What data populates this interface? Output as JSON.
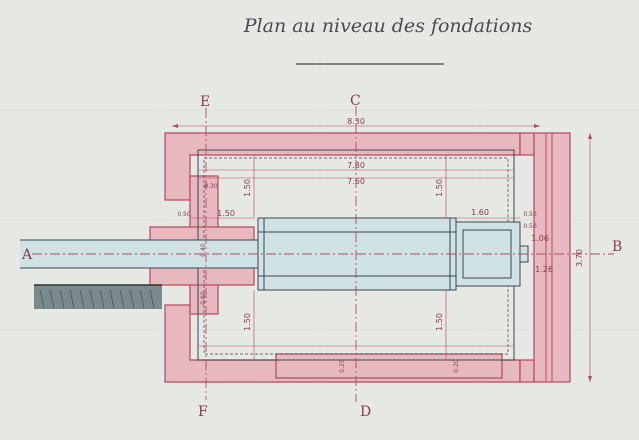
{
  "title": "Plan au niveau des fondations",
  "section_labels": {
    "a": "A",
    "b": "B",
    "c": "C",
    "d": "D",
    "e": "E",
    "f": "F"
  },
  "dimensions": {
    "overall_length": "8.30",
    "inner_length_1": "7.80",
    "inner_length_2": "7.60",
    "overall_width": "3.70",
    "head_length": "1.60",
    "head_offset": "1.06",
    "end_width": "1.26",
    "inlet_length": "1.50",
    "margin_left_top": "1.50",
    "margin_right_top": "1.50",
    "margin_left_bottom": "1.50",
    "margin_right_bottom": "1.50",
    "small_050_a": "0.50",
    "small_050_b": "0.50",
    "small_050_c": "0.50",
    "small_030": "0.30",
    "small_040": "0.40",
    "small_060": "0.60",
    "small_025": "0.25",
    "small_020": "0.20"
  },
  "colors": {
    "paper": "#e6e8e4",
    "wall_fill": "#e8b8bf",
    "wall_line": "#b44a5e",
    "pipe_fill": "#cfe2e4",
    "ink": "#3c4650"
  }
}
